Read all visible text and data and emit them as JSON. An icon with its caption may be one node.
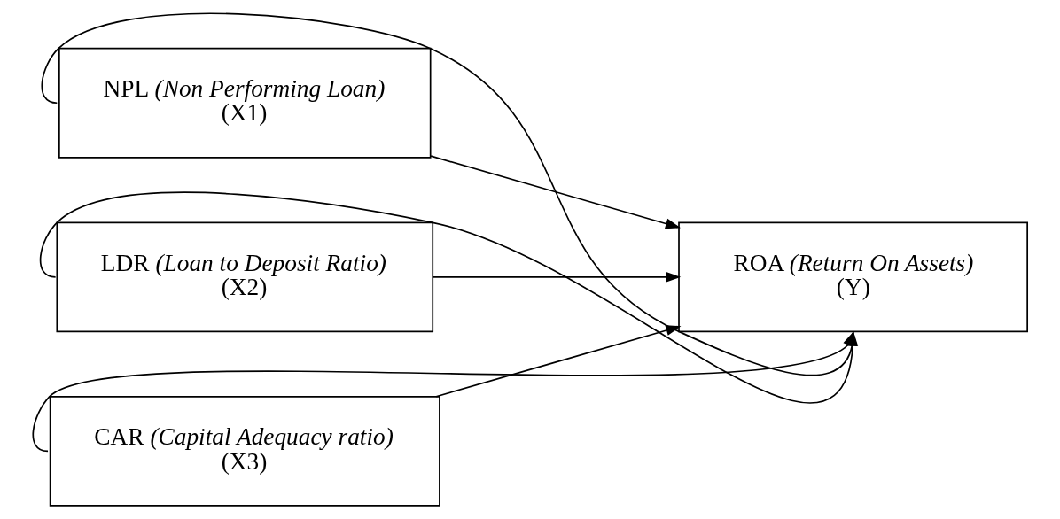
{
  "diagram": {
    "nodes": [
      {
        "text": [
          "NPL *(Non Performing Loan)*",
          "(X1)"
        ]
      },
      {
        "text": [
          "LDR *(Loan to Deposit Ratio)*",
          "(X2)"
        ]
      },
      {
        "text": [
          "CAR *(Capital Adequacy ratio)*",
          "(X3)"
        ]
      },
      {
        "text": [
          "ROA *(Return On Assets)*",
          "(Y)"
        ]
      }
    ],
    "edges": [
      {
        "from": 0,
        "to": 3,
        "arrow": "to"
      },
      {
        "from": 1,
        "to": 3,
        "arrow": "to"
      },
      {
        "from": 2,
        "to": 3,
        "arrow": "to"
      },
      {
        "from": 0,
        "to": 3,
        "arrow": "to"
      },
      {
        "from": 1,
        "to": 3,
        "arrow": "to"
      },
      {
        "from": 2,
        "to": 3,
        "arrow": "to"
      }
    ]
  }
}
